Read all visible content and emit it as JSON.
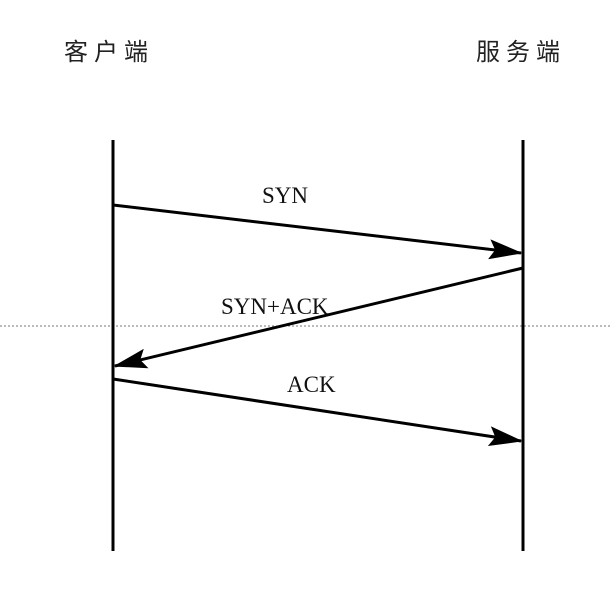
{
  "diagram": {
    "participants": {
      "client": "客户端",
      "server": "服务端"
    },
    "messages": [
      {
        "label": "SYN",
        "from": "client",
        "to": "server"
      },
      {
        "label": "SYN+ACK",
        "from": "server",
        "to": "client"
      },
      {
        "label": "ACK",
        "from": "client",
        "to": "server"
      }
    ],
    "colors": {
      "line": "#000000",
      "divider": "#777777",
      "text": "#111111",
      "background": "#ffffff"
    }
  }
}
